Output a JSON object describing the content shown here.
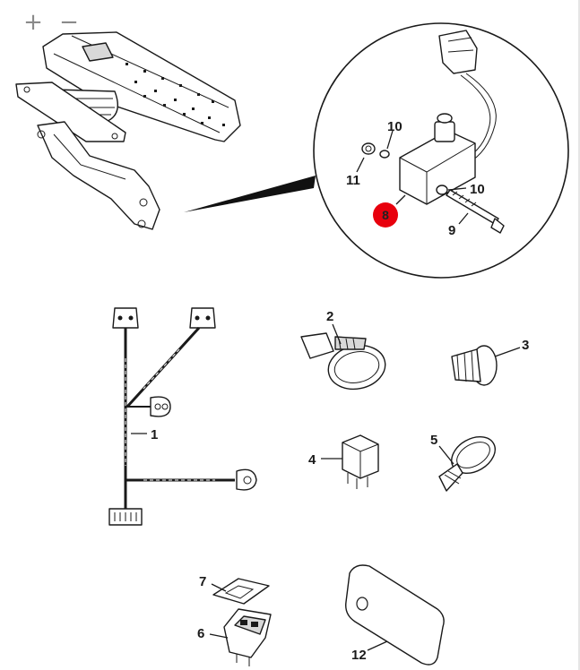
{
  "viewer": {
    "zoom_in_label": "+",
    "zoom_out_label": "−"
  },
  "callouts": {
    "part_1": "1",
    "part_2": "2",
    "part_3": "3",
    "part_4": "4",
    "part_5": "5",
    "part_6": "6",
    "part_7": "7",
    "part_8": "8",
    "part_9": "9",
    "part_10_upper": "10",
    "part_10_lower": "10",
    "part_11": "11",
    "part_12": "12"
  },
  "highlight": {
    "part": "8",
    "color": "#e8000d"
  },
  "icons": {
    "zoom_in": "plus-icon",
    "zoom_out": "minus-icon"
  }
}
